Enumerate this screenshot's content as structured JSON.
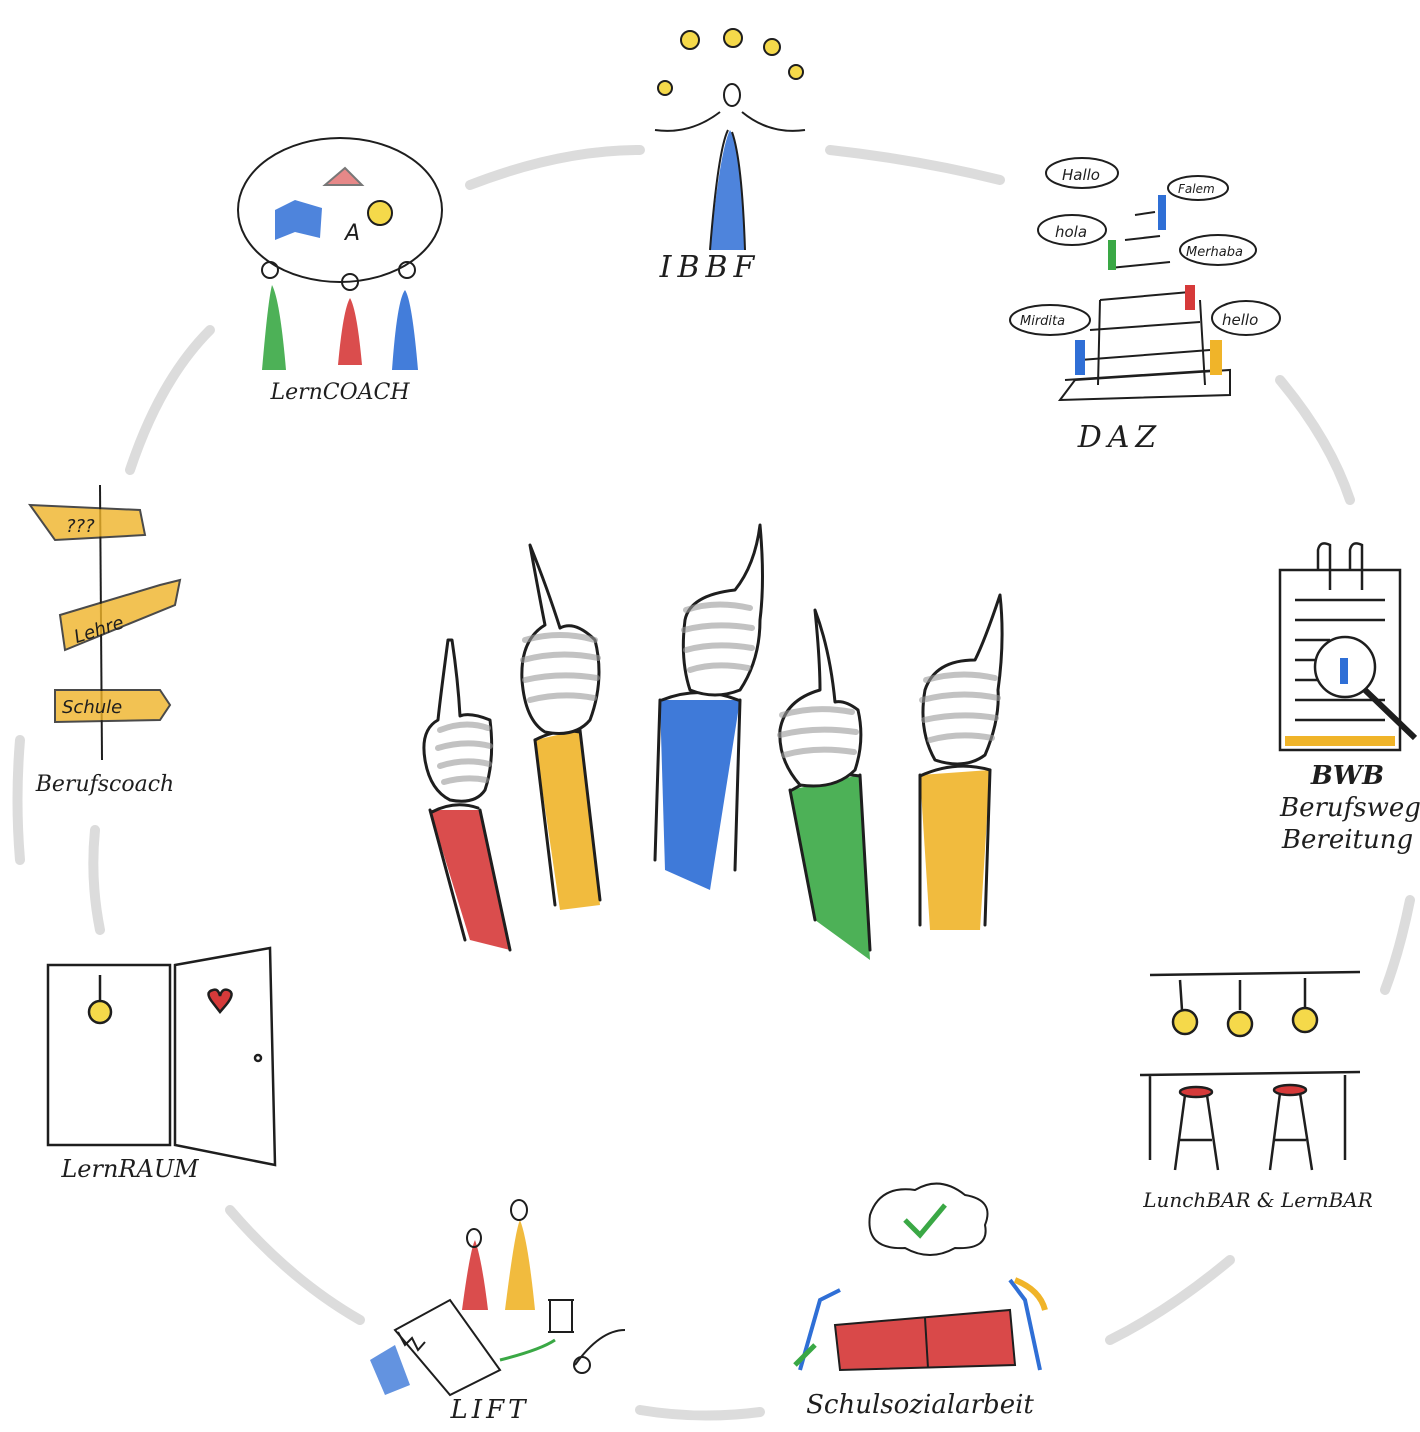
{
  "diagram": {
    "nodes": [
      {
        "id": "ibbf",
        "label": "IBBF"
      },
      {
        "id": "daz",
        "label": "DAZ",
        "greetings": [
          "Hallo",
          "Falem",
          "hola",
          "Merhaba",
          "Mirdita",
          "hello"
        ]
      },
      {
        "id": "bwb",
        "label_lines": [
          "BWB",
          "Berufsweg",
          "Bereitung"
        ]
      },
      {
        "id": "lunch",
        "label": "LunchBAR & LernBAR"
      },
      {
        "id": "schulsozial",
        "label": "Schulsozialarbeit"
      },
      {
        "id": "lift",
        "label": "LIFT"
      },
      {
        "id": "lernraum",
        "label": "LernRAUM"
      },
      {
        "id": "berufscoach",
        "label": "Berufscoach",
        "signs": [
          "???",
          "Lehre",
          "Schule"
        ]
      },
      {
        "id": "lerncoach",
        "label": "LernCOACH"
      }
    ],
    "arm_colors": [
      "#d63a3a",
      "#f0b429",
      "#2f6fd6",
      "#3aa845",
      "#f0b429"
    ],
    "colors": {
      "red": "#d63a3a",
      "yellow": "#f0b429",
      "blue": "#2f6fd6",
      "green": "#3aa845",
      "ring": "#d9d9d9",
      "ink": "#1e1e1e"
    }
  }
}
